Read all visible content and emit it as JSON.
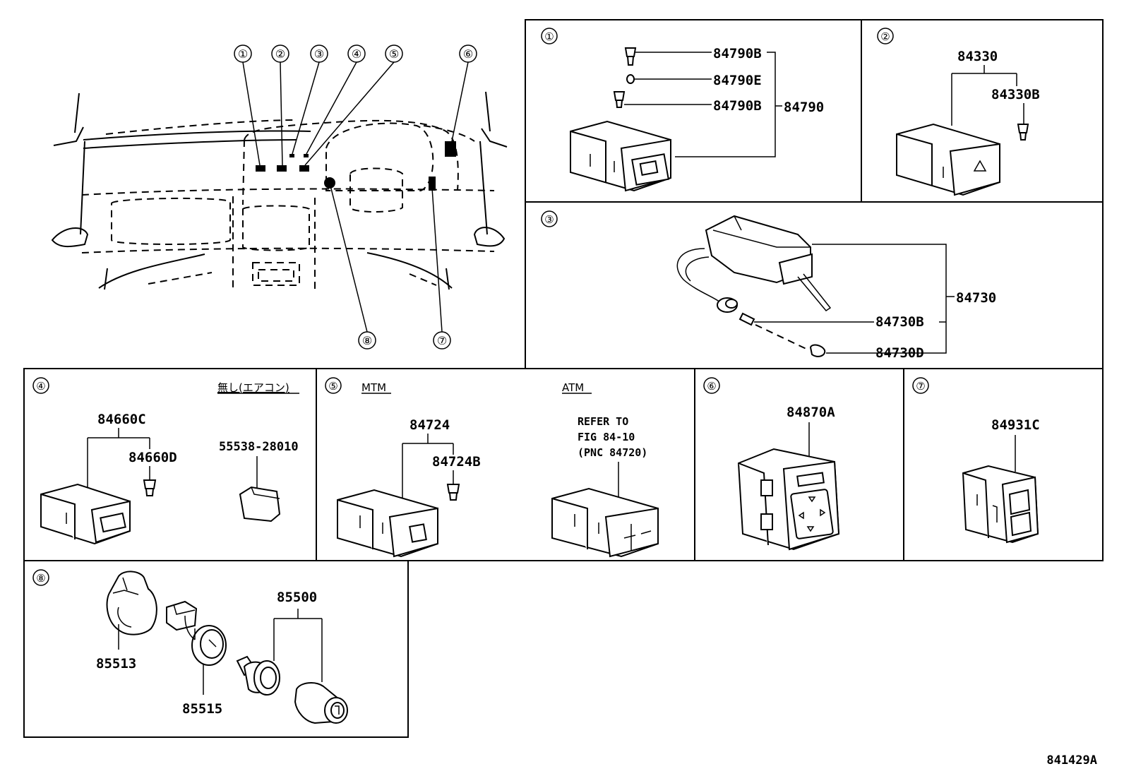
{
  "diagram_id": "841429A",
  "overview_callouts": [
    "①",
    "②",
    "③",
    "④",
    "⑤",
    "⑥",
    "⑦",
    "⑧"
  ],
  "panel1": {
    "number": "①",
    "labels": [
      "84790B",
      "84790E",
      "84790B",
      "84790"
    ]
  },
  "panel2": {
    "number": "②",
    "labels": [
      "84330",
      "84330B"
    ]
  },
  "panel3": {
    "number": "③",
    "labels": [
      "84730",
      "84730B",
      "84730D"
    ]
  },
  "panel4": {
    "number": "④",
    "note": "無し(エアコン)",
    "labels": [
      "84660C",
      "84660D",
      "55538-28010"
    ]
  },
  "panel5": {
    "number": "⑤",
    "note_left": "MTM",
    "note_right": "ATM",
    "labels": [
      "84724",
      "84724B"
    ],
    "refer": [
      "REFER TO",
      "FIG 84-10",
      "(PNC 84720)"
    ]
  },
  "panel6": {
    "number": "⑥",
    "labels": [
      "84870A"
    ]
  },
  "panel7": {
    "number": "⑦",
    "labels": [
      "84931C"
    ]
  },
  "panel8": {
    "number": "⑧",
    "labels": [
      "85500",
      "85513",
      "85515"
    ]
  }
}
